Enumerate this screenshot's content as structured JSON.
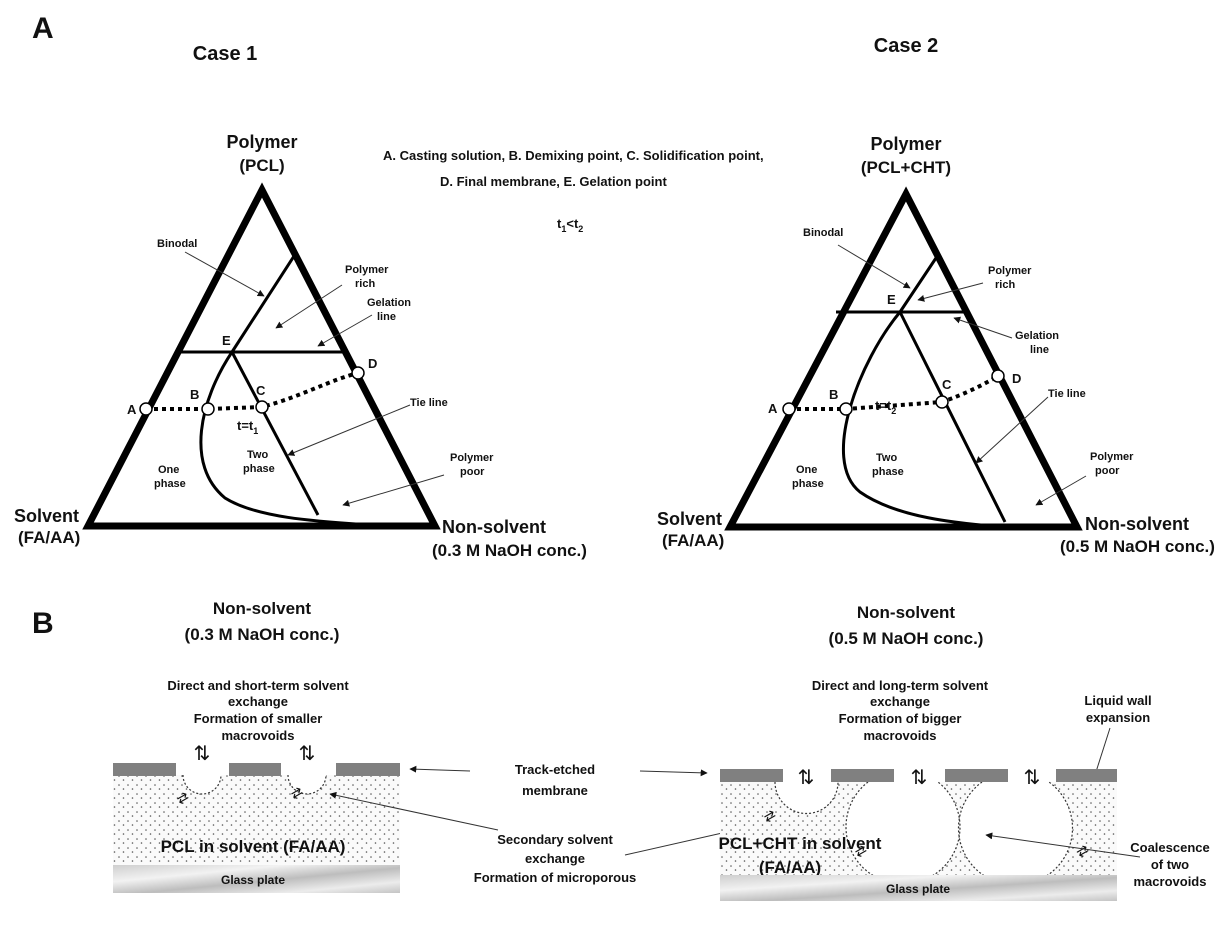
{
  "panel_a": "A",
  "panel_b": "B",
  "case1": {
    "title": "Case 1",
    "polymer": "Polymer",
    "polymer_sub": "(PCL)",
    "solvent": "Solvent",
    "solvent_sub": "(FA/AA)",
    "nonsolvent": "Non-solvent",
    "nonsolvent_sub": "(0.3 M NaOH conc.)",
    "binodal": "Binodal",
    "polymer_rich_1": "Polymer",
    "polymer_rich_2": "rich",
    "gelation_1": "Gelation",
    "gelation_2": "line",
    "tie_line": "Tie line",
    "polymer_poor_1": "Polymer",
    "polymer_poor_2": "poor",
    "one_phase_1": "One",
    "one_phase_2": "phase",
    "two_phase_1": "Two",
    "two_phase_2": "phase",
    "time": "t=t",
    "time_sub": "1",
    "pt_a": "A",
    "pt_b": "B",
    "pt_c": "C",
    "pt_d": "D",
    "pt_e": "E"
  },
  "case2": {
    "title": "Case 2",
    "polymer": "Polymer",
    "polymer_sub": "(PCL+CHT)",
    "solvent": "Solvent",
    "solvent_sub": "(FA/AA)",
    "nonsolvent": "Non-solvent",
    "nonsolvent_sub": "(0.5 M NaOH conc.)",
    "binodal": "Binodal",
    "polymer_rich_1": "Polymer",
    "polymer_rich_2": "rich",
    "gelation_1": "Gelation",
    "gelation_2": "line",
    "tie_line": "Tie line",
    "polymer_poor_1": "Polymer",
    "polymer_poor_2": "poor",
    "one_phase_1": "One",
    "one_phase_2": "phase",
    "two_phase_1": "Two",
    "two_phase_2": "phase",
    "time": "t=t",
    "time_sub": "2",
    "pt_a": "A",
    "pt_b": "B",
    "pt_c": "C",
    "pt_d": "D",
    "pt_e": "E"
  },
  "legend": {
    "line1": "A. Casting solution, B. Demixing point, C. Solidification point,",
    "line2": "D. Final membrane, E. Gelation point",
    "time_t1": "t",
    "time_sub1": "1",
    "time_lt": "<",
    "time_t2": "t",
    "time_sub2": "2"
  },
  "bottom": {
    "left": {
      "nonsolvent": "Non-solvent",
      "nonsolvent_sub": "(0.3 M NaOH conc.)",
      "desc1": "Direct and short-term solvent",
      "desc2": "exchange",
      "desc3": "Formation of smaller",
      "desc4": "macrovoids",
      "solution": "PCL in solvent (FA/AA)",
      "glass": "Glass plate"
    },
    "right": {
      "nonsolvent": "Non-solvent",
      "nonsolvent_sub": "(0.5 M NaOH conc.)",
      "desc1": "Direct and long-term solvent",
      "desc2": "exchange",
      "desc3": "Formation of bigger",
      "desc4": "macrovoids",
      "liquid1": "Liquid wall",
      "liquid2": "expansion",
      "solution1": "PCL+CHT in solvent",
      "solution2": "(FA/AA)",
      "glass": "Glass plate",
      "coal1": "Coalescence",
      "coal2": "of two",
      "coal3": "macrovoids"
    },
    "track1": "Track-etched",
    "track2": "membrane",
    "sec1": "Secondary solvent",
    "sec2": "exchange",
    "sec3": "Formation of microporous"
  }
}
